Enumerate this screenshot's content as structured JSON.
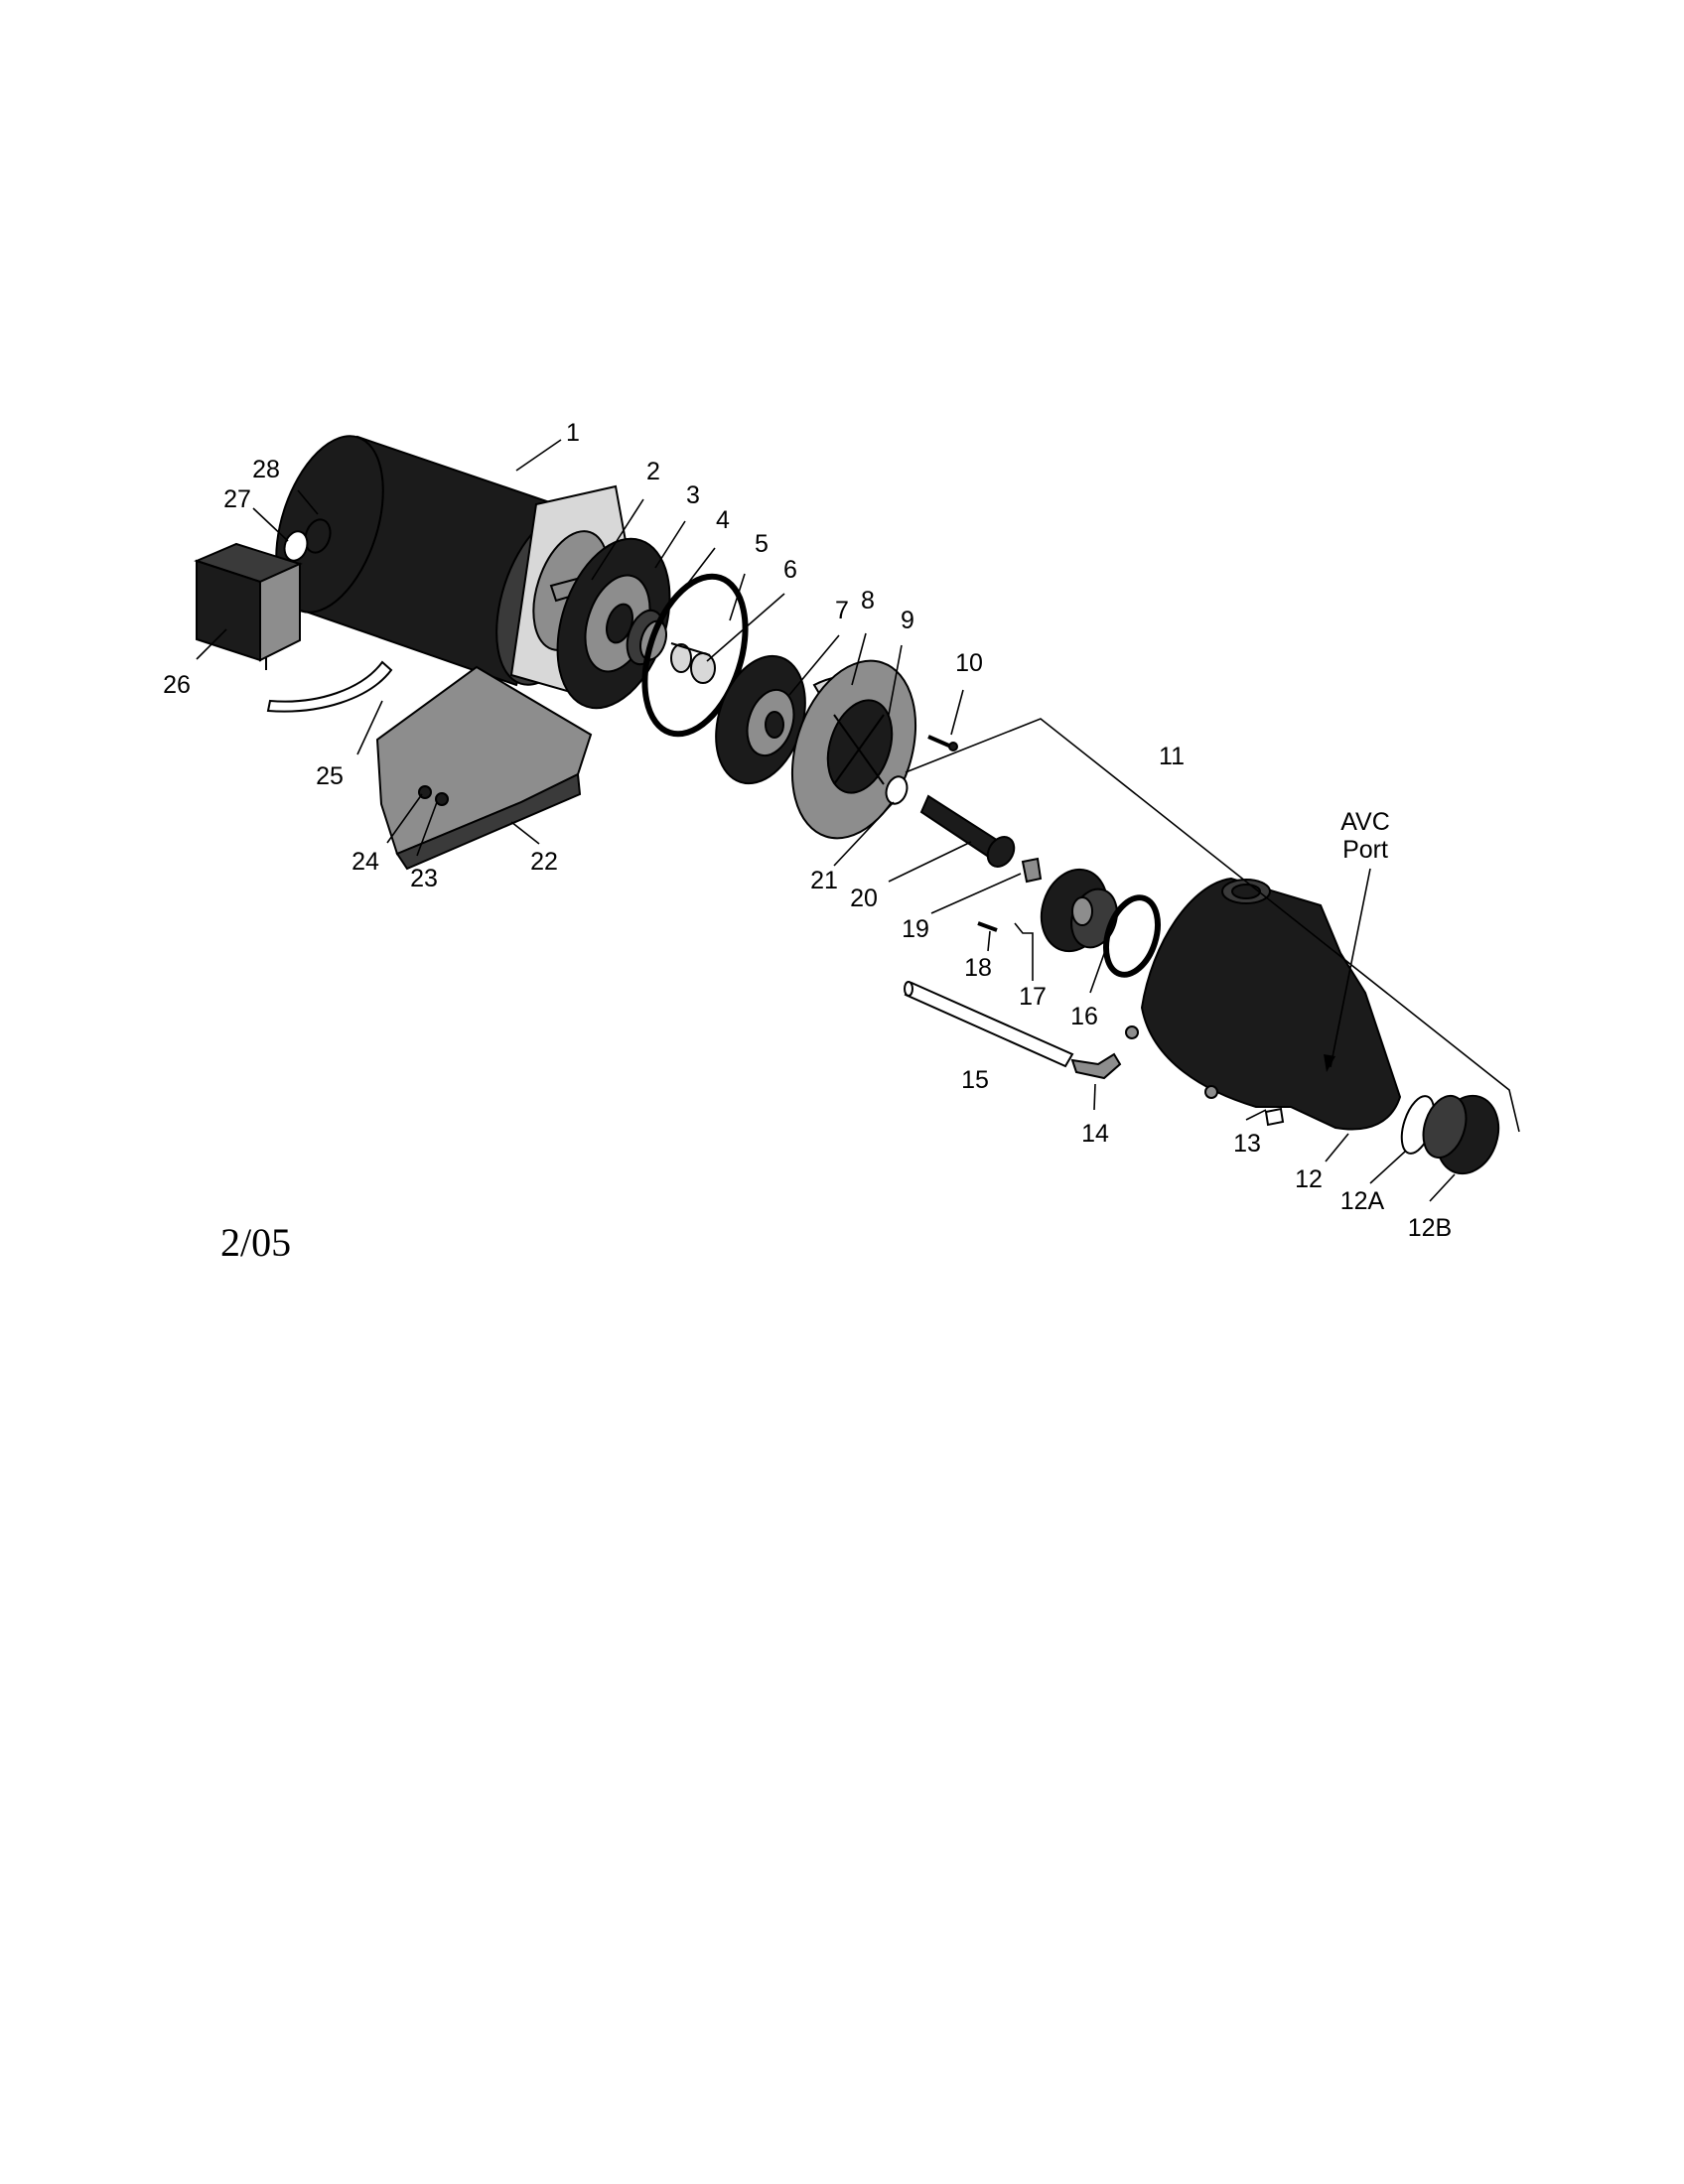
{
  "diagram": {
    "labels": {
      "p1": "1",
      "p2": "2",
      "p3": "3",
      "p4": "4",
      "p5": "5",
      "p6": "6",
      "p7": "7",
      "p8": "8",
      "p9": "9",
      "p10": "10",
      "p11": "11",
      "p12": "12",
      "p12a": "12A",
      "p12b": "12B",
      "p13": "13",
      "p14": "14",
      "p15": "15",
      "p16": "16",
      "p17": "17",
      "p18": "18",
      "p19": "19",
      "p20": "20",
      "p21": "21",
      "p22": "22",
      "p23": "23",
      "p24": "24",
      "p25": "25",
      "p26": "26",
      "p27": "27",
      "p28": "28"
    },
    "avc_line1": "AVC",
    "avc_line2": "Port",
    "date": "2/05"
  }
}
